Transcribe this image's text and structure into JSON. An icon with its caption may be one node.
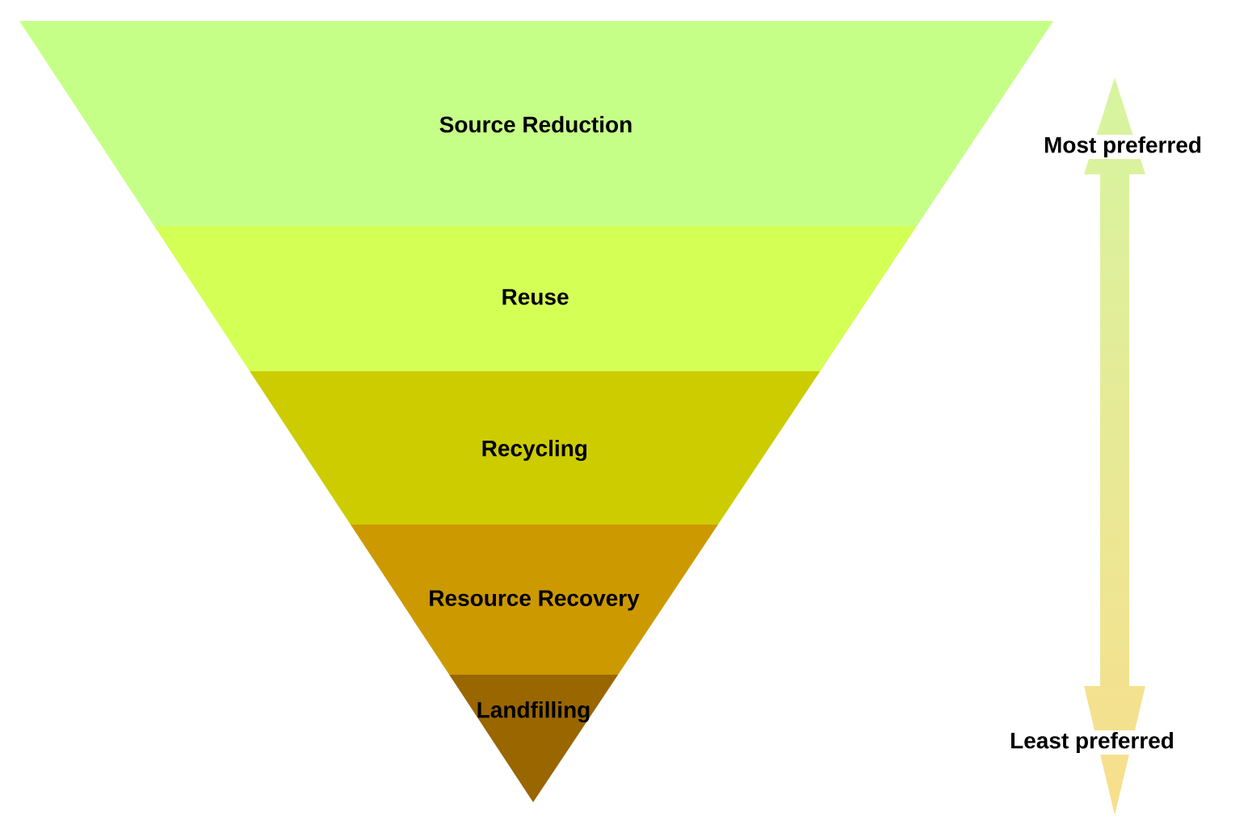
{
  "diagram": {
    "nodes": [
      {
        "text": [
          "Source Reduction"
        ]
      },
      {
        "text": [
          "Reuse"
        ]
      },
      {
        "text": [
          "Recycling"
        ]
      },
      {
        "text": [
          "Resource Recovery"
        ]
      },
      {
        "text": [
          "Landfilling"
        ]
      }
    ],
    "labels": [
      "Most preferred",
      "Least preferred"
    ]
  }
}
